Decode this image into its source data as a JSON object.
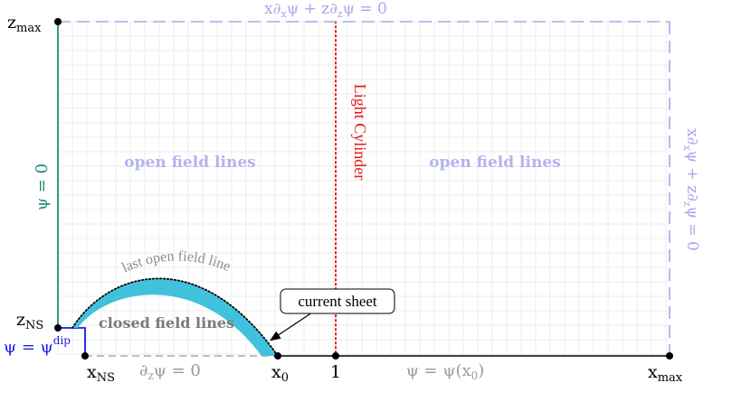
{
  "labels": {
    "top_boundary_eq": "x∂ₓψ + z∂_zψ = 0",
    "right_boundary_eq": "x∂ₓψ + z∂_zψ = 0",
    "left_axis_eq": "ψ = 0",
    "z_max": "z_max",
    "z_ns": "z_NS",
    "psi_dip": "ψ = ψ^dip",
    "x_ns": "x_NS",
    "bottom_left_eq": "∂_zψ = 0",
    "x0": "x₀",
    "one": "1",
    "bottom_right_eq": "ψ = ψ(x₀)",
    "x_max": "x_max",
    "light_cylinder": "Light Cylinder",
    "open_left": "open field lines",
    "open_right": "open field lines",
    "closed": "closed field lines",
    "last_open": "last open field line",
    "current_sheet": "current sheet"
  },
  "colors": {
    "grid": "#e6e6e6",
    "lavender": "#a7a7ee",
    "teal": "#1a8a7a",
    "blue": "#1a1ae6",
    "red": "#e61a1a",
    "cyan": "#41c2dc",
    "gray_text": "#8c8c8c",
    "dark_gray_text": "#7a7a7a"
  }
}
